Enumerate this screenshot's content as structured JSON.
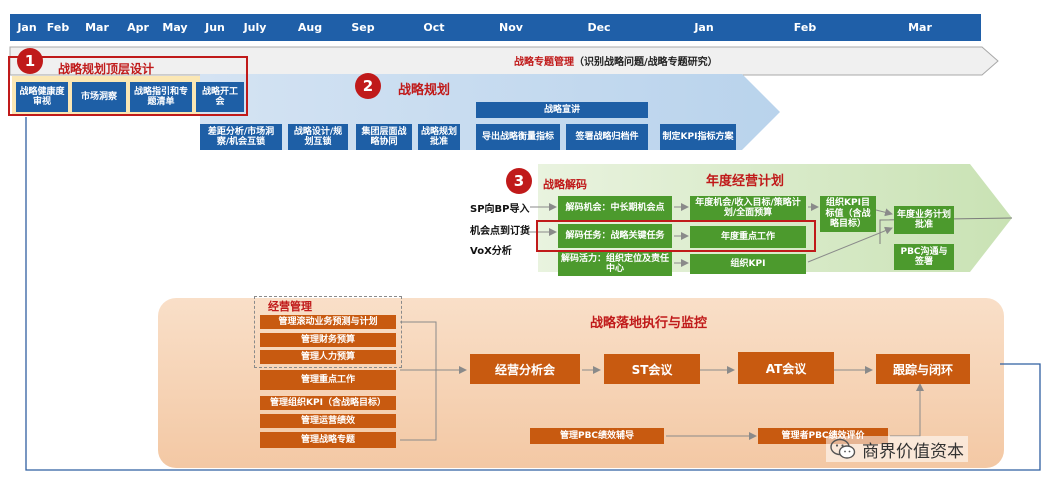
{
  "timeline": {
    "months": [
      "Jan",
      "Feb",
      "Mar",
      "Apr",
      "May",
      "Jun",
      "July",
      "Aug",
      "Sep",
      "Oct",
      "Nov",
      "Dec",
      "Jan",
      "Feb",
      "Mar"
    ]
  },
  "topic_bar": {
    "title": "战略专题管理",
    "subtitle": "（识别战略问题/战略专题研究）"
  },
  "phase1": {
    "number": "1",
    "title": "战略规划顶层设计",
    "items": [
      "战略健康度审视",
      "市场洞察",
      "战略指引和专题清单",
      "战略开工会"
    ]
  },
  "phase2": {
    "number": "2",
    "title": "战略规划",
    "items": [
      "差距分析/市场洞察/机会互锁",
      "战略设计/规划互锁",
      "集团层面战略协同",
      "战略规划批准",
      "导出战略衡量指标",
      "签署战略归档件",
      "制定KPI指标方案"
    ],
    "announce": "战略宣讲"
  },
  "phase3": {
    "number": "3",
    "title": "战略解码",
    "annual_title": "年度经营计划",
    "left_labels": [
      "SP向BP导入",
      "机会点到订货",
      "VoX分析"
    ],
    "decode": [
      "解码机会：中长期机会点",
      "解码任务：战略关键任务",
      "解码活力：组织定位及责任中心"
    ],
    "middle": [
      "年度机会/收入目标/策略计划/全面预算",
      "年度重点工作",
      "组织KPI"
    ],
    "kpi_target": "组织KPI目标值（含战略目标）",
    "right": [
      "年度业务计划批准",
      "PBC沟通与签署"
    ]
  },
  "phase4": {
    "title": "战略落地执行与监控",
    "ops_title": "经营管理",
    "left_items": [
      "管理滚动业务预测与计划",
      "管理财务预算",
      "管理人力预算",
      "管理重点工作",
      "管理组织KPI（含战略目标）",
      "管理运营绩效",
      "管理战略专题"
    ],
    "flow": [
      "经营分析会",
      "ST会议",
      "AT会议",
      "跟踪与闭环"
    ],
    "pbc_items": [
      "管理PBC绩效辅导",
      "管理者PBC绩效评价"
    ]
  },
  "watermark": {
    "text": "商界价值资本",
    "icon": "wechat-icon"
  },
  "colors": {
    "timeline": "#1f5fa8",
    "blue": "#1e5fa6",
    "green": "#4c9a2d",
    "orange": "#c85a10",
    "red": "#c01a1a"
  }
}
